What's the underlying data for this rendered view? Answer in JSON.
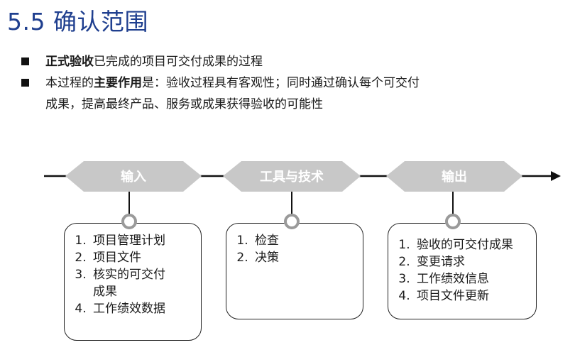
{
  "title": "5.5 确认范围",
  "bullets": [
    {
      "bold": "正式验收",
      "rest": "已完成的项目可交付成果的过程"
    },
    {
      "prefix": "本过程的",
      "bold": "主要作用",
      "rest": "是：验收过程具有客观性；同时通过确认每个可交付",
      "cont": "成果，提高最终产品、服务或成果获得验收的可能性"
    }
  ],
  "diagram": {
    "stages": [
      {
        "label": "输入",
        "items": [
          "项目管理计划",
          "项目文件",
          "核实的可交付成果",
          "工作绩效数据"
        ]
      },
      {
        "label": "工具与技术",
        "items": [
          "检查",
          "决策"
        ]
      },
      {
        "label": "输出",
        "items": [
          "验收的可交付成果",
          "变更请求",
          "工作绩效信息",
          "项目文件更新"
        ]
      }
    ],
    "colors": {
      "hexagon": "#c8c8c8",
      "title": "#1f3f8f",
      "line": "#111111"
    }
  }
}
